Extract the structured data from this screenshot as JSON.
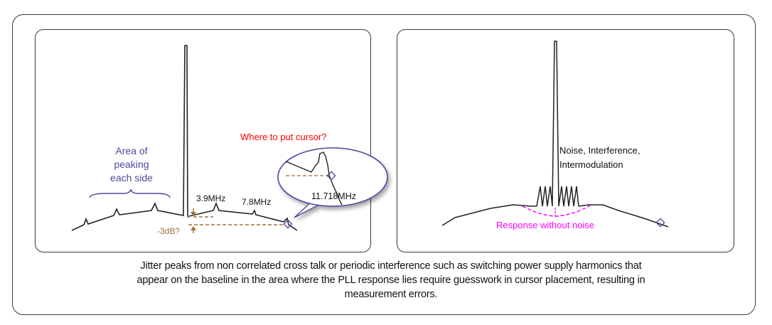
{
  "left_panel": {
    "area_label_lines": [
      "Area of",
      "peaking",
      "each side"
    ],
    "freq_label_1": "3.9MHz",
    "freq_label_2": "7.8MHz",
    "cursor_question": "Where to put cursor?",
    "zoom_freq_label": "11.718MHz",
    "db_label": "-3dB?"
  },
  "right_panel": {
    "noise_label_lines": [
      "Noise, Interference,",
      "Intermodulation"
    ],
    "response_label": "Response without noise"
  },
  "caption": {
    "line1": "Jitter peaks from non correlated cross talk or periodic interference such as switching power supply harmonics that",
    "line2": "appear on the baseline in the area where the PLL response lies require guesswork in cursor placement, resulting in",
    "line3": "measurement errors."
  },
  "colors": {
    "trace": "#222222",
    "annotation_blue": "#4a4aa0",
    "question_red": "#ff0000",
    "marker_brown": "#a0703a",
    "response_magenta": "#ff00ff"
  }
}
